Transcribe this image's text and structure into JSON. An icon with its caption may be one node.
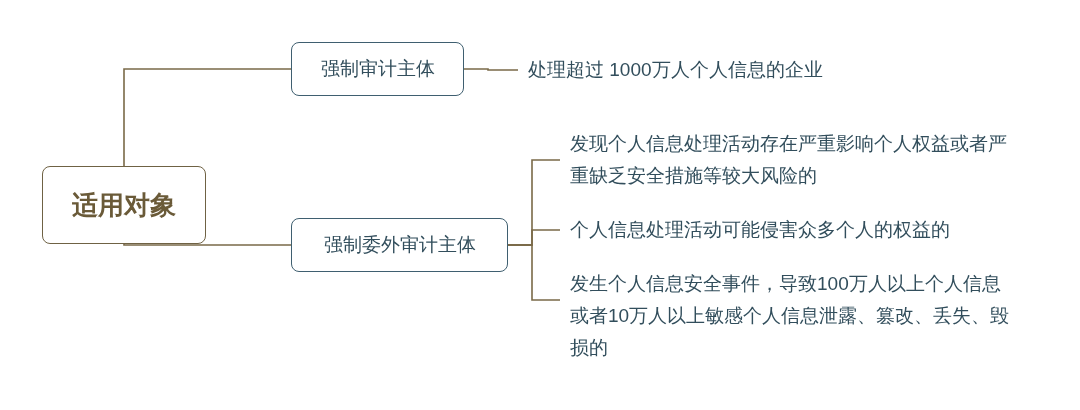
{
  "diagram": {
    "nodes": [
      {
        "text": [
          "适用对象"
        ]
      },
      {
        "text": [
          "强制审计主体"
        ]
      },
      {
        "text": [
          "强制委外审计主体"
        ]
      },
      {
        "text": [
          "处理超过 1000万人个人信息的企业"
        ]
      },
      {
        "text": [
          "发现个人信息处理活动存在严重影响个人权益或者严重缺乏安全措施等较大风险的"
        ]
      },
      {
        "text": [
          "个人信息处理活动可能侵害众多个人的权益的"
        ]
      },
      {
        "text": [
          "发生个人信息安全事件，导致100万人以上个人信息或者10万人以上敏感个人信息泄露、篡改、丢失、毁损的"
        ]
      }
    ],
    "edges": [
      {
        "from": 0,
        "to": 1,
        "arrow": "none"
      },
      {
        "from": 0,
        "to": 2,
        "arrow": "none"
      },
      {
        "from": 1,
        "to": 3,
        "arrow": "none"
      },
      {
        "from": 2,
        "to": 4,
        "arrow": "none"
      },
      {
        "from": 2,
        "to": 5,
        "arrow": "none"
      },
      {
        "from": 2,
        "to": 6,
        "arrow": "none"
      }
    ]
  }
}
